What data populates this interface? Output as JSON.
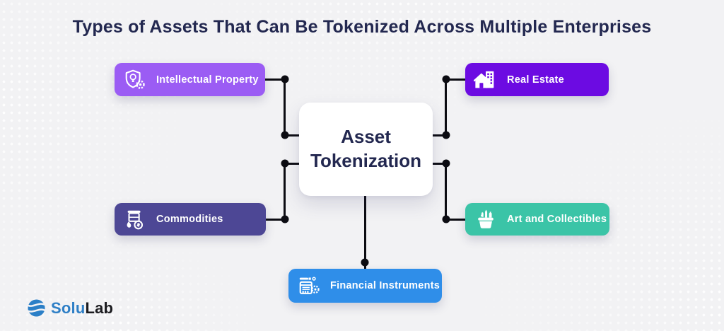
{
  "title": "Types of Assets That Can Be Tokenized Across Multiple Enterprises",
  "center": {
    "label": "Asset Tokenization"
  },
  "nodes": [
    {
      "label": "Intellectual Property",
      "color": "#9B5CF4",
      "icon": "shield-bulb-icon",
      "position": "top-left"
    },
    {
      "label": "Real Estate",
      "color": "#6C0BE2",
      "icon": "house-buildings-icon",
      "position": "top-right"
    },
    {
      "label": "Commodities",
      "color": "#4D4795",
      "icon": "oil-barrel-icon",
      "position": "bottom-left"
    },
    {
      "label": "Art and Collectibles",
      "color": "#3BC4A7",
      "icon": "art-supplies-icon",
      "position": "bottom-right"
    },
    {
      "label": "Financial Instruments",
      "color": "#2F8EE9",
      "icon": "finance-document-icon",
      "position": "bottom-center"
    }
  ],
  "logo": {
    "text_primary": "Solu",
    "text_secondary": "Lab",
    "color_primary": "#2E7FC6",
    "color_secondary": "#1B1B1F"
  },
  "colors": {
    "background": "#F2F2F4",
    "title_text": "#232850",
    "connector": "#0C0C12",
    "center_bg": "#FFFFFF",
    "node_text": "#FFFFFF"
  }
}
